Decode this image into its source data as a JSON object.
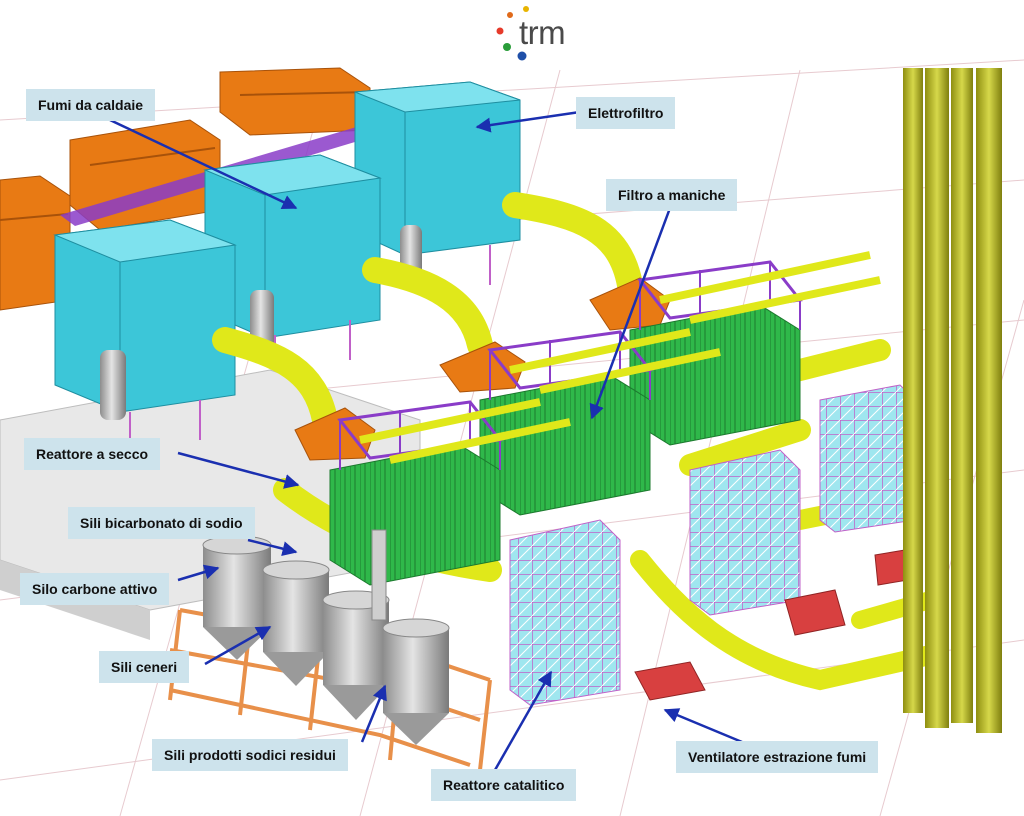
{
  "logo": {
    "text": "trm",
    "dot_colors": [
      "#e8b400",
      "#e63a2a",
      "#2a9d3a",
      "#1f4fa8",
      "#e06a1a"
    ]
  },
  "labels": {
    "fumi_da_caldaie": "Fumi da caldaie",
    "elettrofiltro": "Elettrofiltro",
    "filtro_a_maniche": "Filtro a maniche",
    "reattore_a_secco": "Reattore a secco",
    "sili_bicarbonato": "Sili bicarbonato di sodio",
    "silo_carbone": "Silo carbone attivo",
    "sili_ceneri": "Sili ceneri",
    "sili_prodotti": "Sili prodotti sodici residui",
    "reattore_catalitico": "Reattore catalitico",
    "ventilatore": "Ventilatore estrazione fumi"
  },
  "colors": {
    "label_bg": "#cde3ec",
    "arrow": "#1a2fb0",
    "electrofilter": "#3cc6d8",
    "duct": "#e0e81a",
    "hopper": "#e87a14",
    "filter_module": "#2fb84a",
    "frame": "#8a3cc8",
    "silo": "#b8b8b8",
    "fan": "#d84040",
    "stack": "#b8b81a"
  }
}
